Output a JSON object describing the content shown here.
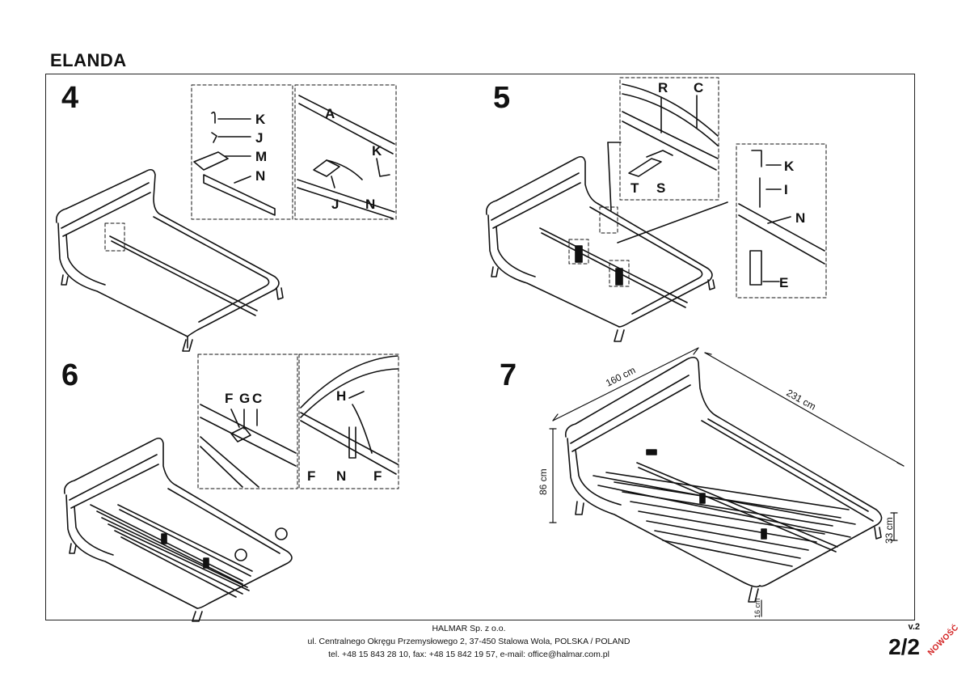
{
  "document": {
    "title": "ELANDA",
    "version": "v.2",
    "page": "2/2",
    "badge": "NOWOŚĆ",
    "badge_color": "#d21f1f"
  },
  "steps": [
    {
      "number": "4",
      "labels": {
        "K": "K",
        "J": "J",
        "M": "M",
        "N": "N",
        "A": "A"
      }
    },
    {
      "number": "5",
      "labels": {
        "R": "R",
        "C": "C",
        "T": "T",
        "S": "S",
        "K": "K",
        "I": "I",
        "N": "N",
        "E": "E"
      }
    },
    {
      "number": "6",
      "labels": {
        "F": "F",
        "G": "G",
        "C": "C",
        "H": "H",
        "N": "N"
      }
    },
    {
      "number": "7",
      "dimensions": {
        "width": "160 cm",
        "length": "231 cm",
        "height": "86 cm",
        "side": "33 cm",
        "leg": "16 cm"
      }
    }
  ],
  "footer": {
    "company": "HALMAR Sp. z o.o.",
    "address": "ul. Centralnego Okręgu Przemysłowego 2, 37-450 Stalowa Wola, POLSKA / POLAND",
    "contact": "tel. +48 15 843 28 10, fax: +48 15 842 19 57, e-mail: office@halmar.com.pl"
  }
}
